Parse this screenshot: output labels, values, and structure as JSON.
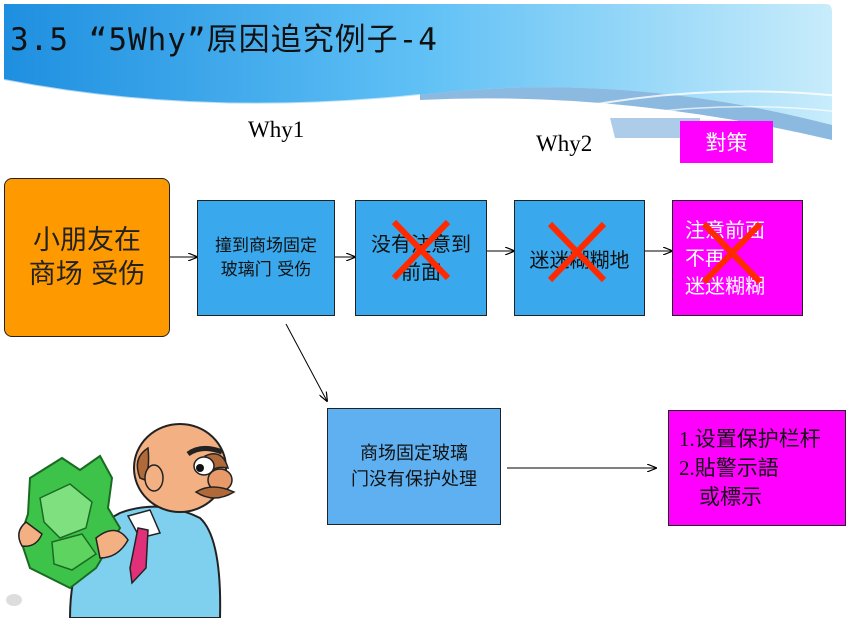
{
  "slide": {
    "title": "3.5 “5Why”原因追究例子-4",
    "labels": {
      "why1": "Why1",
      "why2": "Why2"
    },
    "countermeasure_tag": "對策",
    "boxes": {
      "start": [
        "小朋友在",
        "商场 受伤"
      ],
      "cause1": [
        "撞到商场固定",
        "玻璃门 受伤"
      ],
      "cause2": [
        "没有注意到",
        "前面"
      ],
      "cause3": "迷迷糊糊地",
      "measure_top": [
        "注意前面",
        "不再",
        "迷迷糊糊"
      ],
      "cause_branch": [
        "商场固定玻璃",
        "门没有保护处理"
      ],
      "measure_bottom": [
        "1.设置保护栏杆",
        "2.貼警示語",
        "或標示"
      ]
    },
    "colors": {
      "orange": "#ff9900",
      "blue": "#3aa8ec",
      "light_blue": "#5fb0f0",
      "magenta": "#ff00ff",
      "cross_red": "#ff2a00"
    },
    "icons": [
      "cross-mark-icon",
      "businessman-with-money-illustration"
    ]
  }
}
